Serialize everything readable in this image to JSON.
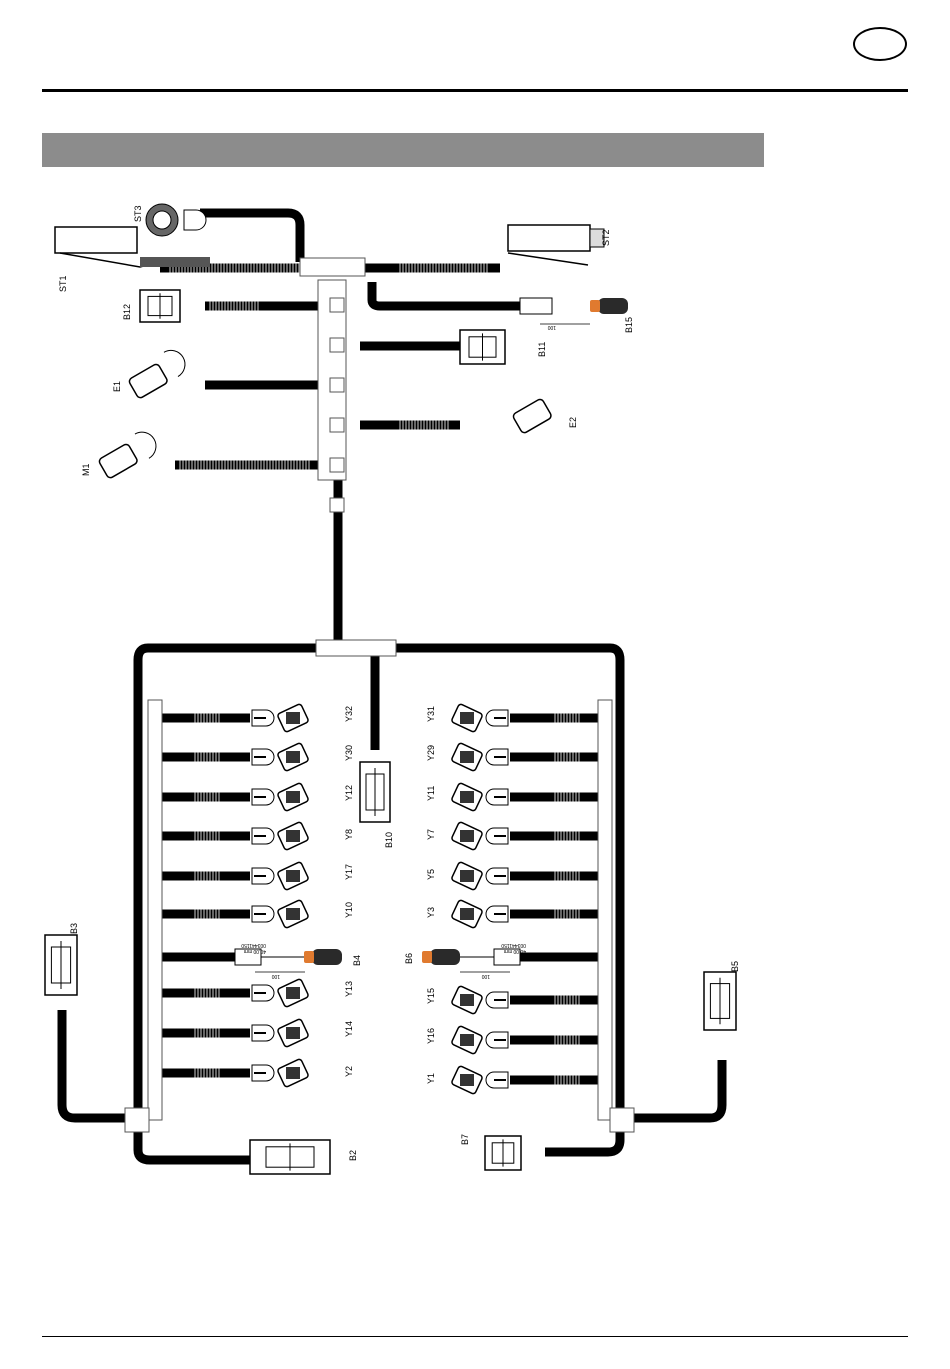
{
  "diagram": {
    "labels": {
      "ST3": "ST3",
      "ST1": "ST1",
      "ST2": "ST2",
      "B12": "B12",
      "B11": "B11",
      "B15": "B15",
      "E1": "E1",
      "E2": "E2",
      "M1": "M1",
      "B10": "B10",
      "B3": "B3",
      "B4": "B4",
      "B6": "B6",
      "B5": "B5",
      "B2": "B2",
      "B7": "B7",
      "Y32": "Y32",
      "Y30": "Y30",
      "Y12": "Y12",
      "Y8": "Y8",
      "Y17": "Y17",
      "Y10": "Y10",
      "Y13": "Y13",
      "Y14": "Y14",
      "Y2": "Y2",
      "Y31": "Y31",
      "Y29": "Y29",
      "Y11": "Y11",
      "Y7": "Y7",
      "Y5": "Y5",
      "Y3": "Y3",
      "Y15": "Y15",
      "Y16": "Y16",
      "Y1": "Y1"
    },
    "dimensions": {
      "dim_b15": "100",
      "dim_b4": "100",
      "dim_b6": "100",
      "b4_part": "003441150",
      "b4_len": "40,00 mm",
      "b6_part": "003441150",
      "b6_len": "40,00 mm"
    }
  }
}
